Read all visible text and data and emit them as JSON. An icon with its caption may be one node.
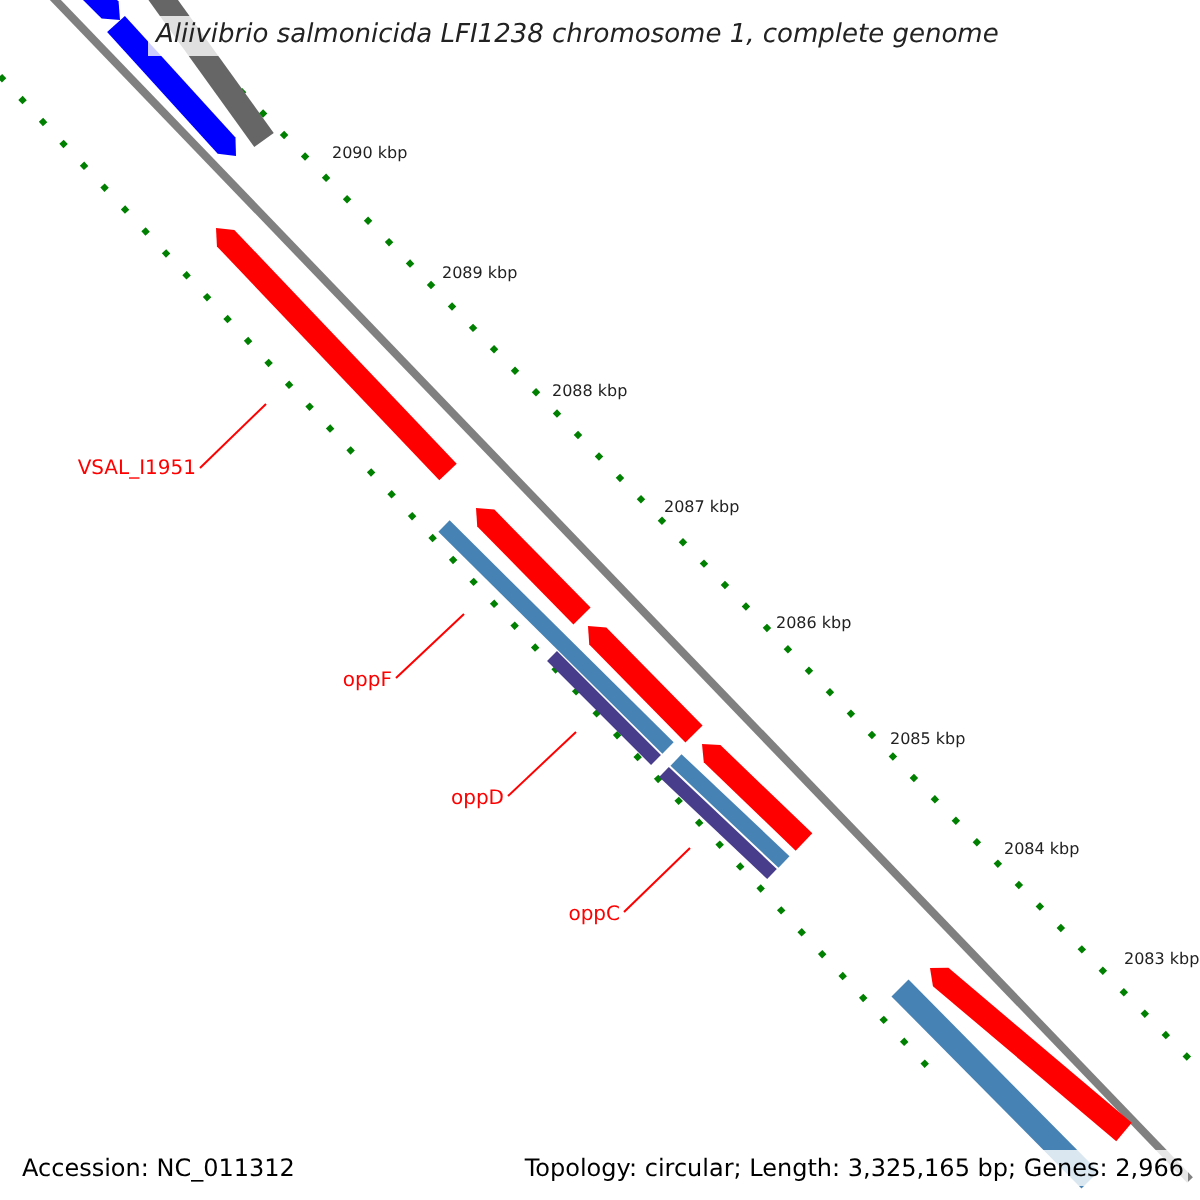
{
  "diagram": {
    "title": "Aliivibrio salmonicida LFI1238 chromosome 1, complete genome",
    "nodes": [
      {
        "text": [
          "VSAL_I1951"
        ]
      },
      {
        "text": [],
        "shape": "bar"
      },
      {
        "text": [
          "oppF"
        ]
      },
      {
        "text": [],
        "shape": "bar"
      },
      {
        "text": [
          "oppD"
        ]
      },
      {
        "text": [],
        "shape": "bar"
      },
      {
        "text": [
          "oppC"
        ]
      },
      {
        "text": [],
        "shape": "bar"
      },
      {
        "text": [],
        "shape": "bar"
      },
      {
        "text": [],
        "shape": "bar"
      },
      {
        "text": [],
        "shape": "bar"
      },
      {
        "text": [],
        "shape": "bar"
      },
      {
        "text": [],
        "shape": "bar"
      },
      {
        "text": [],
        "shape": "bar"
      },
      {
        "text": [],
        "shape": "bar"
      },
      {
        "text": [],
        "shape": "bar"
      },
      {
        "text": [],
        "shape": "bar"
      }
    ],
    "edges": [
      {
        "from": 0,
        "to": 1,
        "arrow": "none"
      },
      {
        "from": 2,
        "to": 3,
        "arrow": "none"
      },
      {
        "from": 4,
        "to": 5,
        "arrow": "none"
      },
      {
        "from": 6,
        "to": 7,
        "arrow": "none"
      }
    ],
    "labels": [
      "2090 kbp",
      "2089 kbp",
      "2088 kbp",
      "2087 kbp",
      "2086 kbp",
      "2085 kbp",
      "2084 kbp",
      "2083 kbp",
      "Accession: NC_011312",
      "Topology: circular; Length: 3,325,165 bp; Genes: 2,966"
    ]
  }
}
